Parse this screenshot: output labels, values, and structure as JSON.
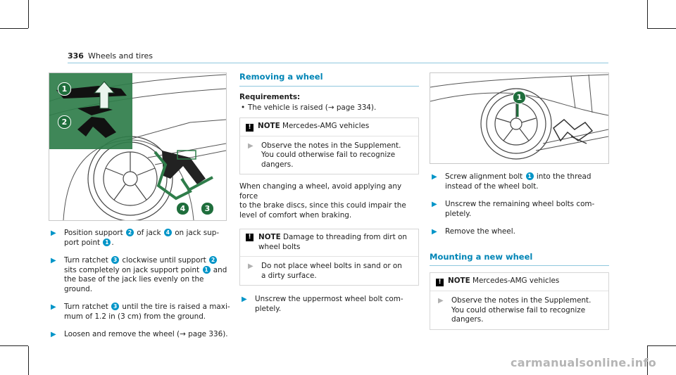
{
  "header": {
    "page_number": "336",
    "section": "Wheels and tires"
  },
  "watermark": "carmanualsonline.info",
  "left": {
    "steps": [
      [
        {
          "t": "Position support "
        },
        {
          "b": "2"
        },
        {
          "t": " of jack "
        },
        {
          "b": "4"
        },
        {
          "t": " on jack sup-\nport point "
        },
        {
          "b": "1"
        },
        {
          "t": "."
        }
      ],
      [
        {
          "t": "Turn ratchet "
        },
        {
          "b": "3"
        },
        {
          "t": " clockwise until support "
        },
        {
          "b": "2"
        },
        {
          "t": "\nsits completely on jack support point "
        },
        {
          "b": "1"
        },
        {
          "t": " and\nthe base of the jack lies evenly on the\nground."
        }
      ],
      [
        {
          "t": "Turn ratchet "
        },
        {
          "b": "3"
        },
        {
          "t": " until the tire is raised a maxi-\nmum of 1.2 in (3 cm) from the ground."
        }
      ],
      [
        {
          "t": "Loosen and remove the wheel (→ page 336)."
        }
      ]
    ]
  },
  "middle": {
    "title": "Removing a wheel",
    "requirements_label": "Requirements:",
    "requirement": "The vehicle is raised (→ page 334).",
    "note1": {
      "label": "NOTE",
      "heading": "Mercedes-AMG vehicles",
      "text": "Observe the notes in the Supplement.\nYou could otherwise fail to recognize\ndangers."
    },
    "paragraph": "When changing a wheel, avoid applying any force\nto the brake discs, since this could impair the\nlevel of comfort when braking.",
    "note2": {
      "label": "NOTE",
      "heading": "Damage to threading from dirt on\nwheel bolts",
      "text": "Do not place wheel bolts in sand or on\na dirty surface."
    },
    "step": "Unscrew the uppermost wheel bolt com-\npletely."
  },
  "right": {
    "steps": [
      [
        {
          "t": "Screw alignment bolt "
        },
        {
          "b": "1"
        },
        {
          "t": " into the thread\ninstead of the wheel bolt."
        }
      ],
      [
        {
          "t": "Unscrew the remaining wheel bolts com-\npletely."
        }
      ],
      [
        {
          "t": "Remove the wheel."
        }
      ]
    ],
    "title": "Mounting a new wheel",
    "note": {
      "label": "NOTE",
      "heading": "Mercedes-AMG vehicles",
      "text": "Observe the notes in the Supplement.\nYou could otherwise fail to recognize\ndangers."
    }
  },
  "figure1": {
    "callouts": [
      "1",
      "2",
      "4",
      "3"
    ]
  },
  "figure2": {
    "callouts": [
      "1"
    ]
  },
  "colors": {
    "accent": "#0095c8",
    "rule": "#8fc7dd",
    "inset": "#2f7d4a"
  }
}
